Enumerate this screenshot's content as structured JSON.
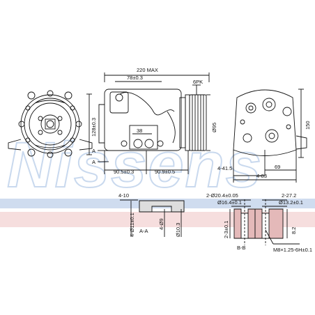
{
  "watermark": "Nissens",
  "colors": {
    "line": "#111111",
    "watermark": "#c9d9ee",
    "band_top": "#cfdcef",
    "band_bottom": "#f6dede"
  },
  "side_view": {
    "overall_length": "220 MAX",
    "top_dim": "78±0.3",
    "pulley_label": "6PK",
    "pulley_dia": "Ø95",
    "height": "128±0.3",
    "port_spacing": "38",
    "left_bottom": "90.5±0.3",
    "right_bottom": "90.9±0.5",
    "section_mark": "A"
  },
  "end_view": {
    "height": "150",
    "width_69": "69",
    "dim_41_5": "4-41.5",
    "dim_83": "4-83"
  },
  "section_aa": {
    "dim_4_10": "4-10",
    "dim_11": "4-Ø11±0.1",
    "dim_9": "4-Ø9",
    "dim_10_3": "Ø10.3",
    "label": "A-A"
  },
  "section_bb": {
    "dim_20_4": "2-Ø20.4±0.05",
    "dim_16_4": "Ø16.4±0.1",
    "dim_27_2": "2-27.2",
    "dim_13_2": "Ø13.2±0.1",
    "dim_3": "2-3±0.1",
    "dim_8_2": "8.2",
    "thread": "M8×1.25-6H±0.1",
    "label": "B-B"
  }
}
